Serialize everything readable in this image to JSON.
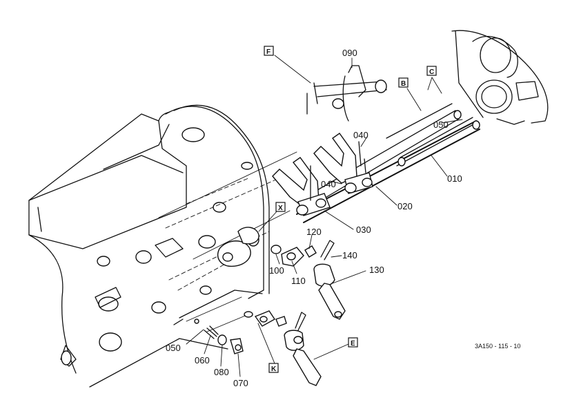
{
  "callouts": {
    "p010": "010",
    "p020": "020",
    "p030": "030",
    "p040a": "040",
    "p040b": "040",
    "p050a": "050",
    "p050b": "050",
    "p060": "060",
    "p070": "070",
    "p080": "080",
    "p090": "090",
    "p100": "100",
    "p110": "110",
    "p120": "120",
    "p130": "130",
    "p140": "140"
  },
  "ref_boxes": {
    "f_top": "F",
    "b": "B",
    "c": "C",
    "x": "X",
    "k": "K",
    "e": "E"
  },
  "drawing_code": "3A150 - 115 - 10"
}
